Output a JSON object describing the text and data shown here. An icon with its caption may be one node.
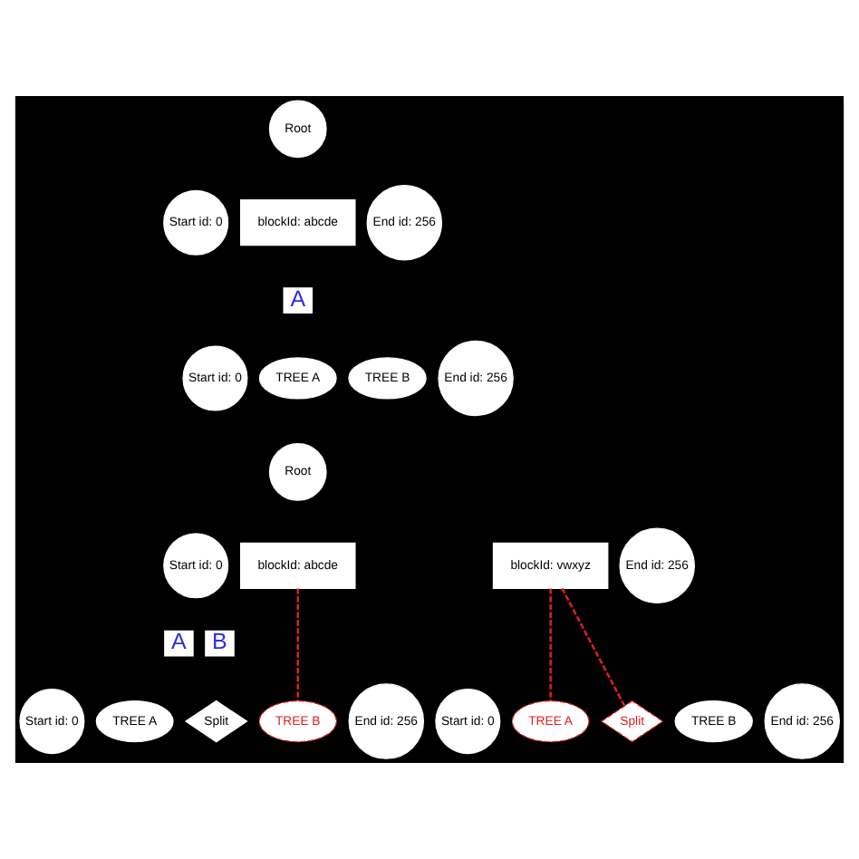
{
  "diagram": {
    "nodes": [
      {
        "text": [
          "Root"
        ]
      },
      {
        "text": [
          "Start id: 0"
        ]
      },
      {
        "text": [
          "blockId: abcde"
        ]
      },
      {
        "text": [
          "A"
        ]
      },
      {
        "text": [
          "End id: 256"
        ]
      },
      {
        "text": [
          "Start id: 0"
        ]
      },
      {
        "text": [
          "TREE A"
        ]
      },
      {
        "text": [
          "TREE B"
        ]
      },
      {
        "text": [
          "End id: 256"
        ]
      },
      {
        "text": [
          "Root"
        ]
      },
      {
        "text": [
          "Start id: 0"
        ]
      },
      {
        "text": [
          "blockId: abcde"
        ]
      },
      {
        "text": [
          "A"
        ]
      },
      {
        "text": [
          "blockId: vwxyz"
        ]
      },
      {
        "text": [
          "B"
        ]
      },
      {
        "text": [
          "End id: 256"
        ]
      },
      {
        "text": [
          "Start id: 0"
        ]
      },
      {
        "text": [
          "TREE A"
        ]
      },
      {
        "text": [
          "Split"
        ]
      },
      {
        "text": [
          "TREE B"
        ]
      },
      {
        "text": [
          "End id: 256"
        ]
      },
      {
        "text": [
          "Start id: 0"
        ]
      },
      {
        "text": [
          "TREE A"
        ]
      },
      {
        "text": [
          "Split"
        ]
      },
      {
        "text": [
          "TREE B"
        ]
      },
      {
        "text": [
          "End id: 256"
        ]
      }
    ],
    "edges": [
      {
        "from": 11,
        "to": 19,
        "arrow": "none",
        "style": "dashed",
        "color": "#e02020"
      },
      {
        "from": 13,
        "to": 22,
        "arrow": "none",
        "style": "dashed",
        "color": "#e02020"
      },
      {
        "from": 13,
        "to": 23,
        "arrow": "none",
        "style": "dashed",
        "color": "#e02020"
      }
    ]
  }
}
